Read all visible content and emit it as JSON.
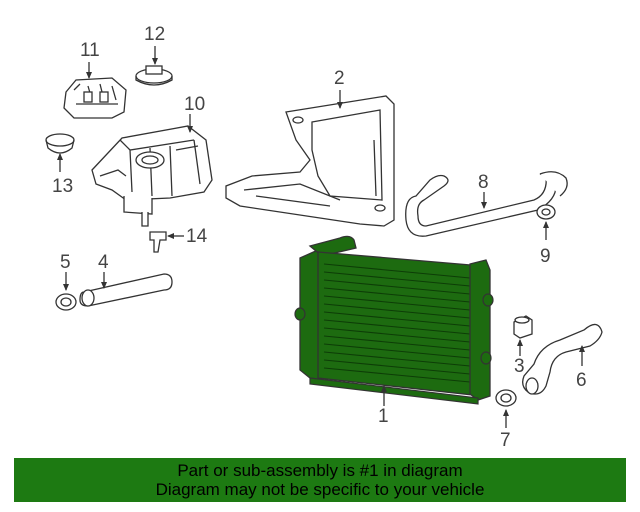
{
  "colors": {
    "highlight": "#1d6b10",
    "banner": "#1d7a12",
    "ink": "#333333"
  },
  "callouts": {
    "c1": "1",
    "c2": "2",
    "c3": "3",
    "c4": "4",
    "c5": "5",
    "c6": "6",
    "c7": "7",
    "c8": "8",
    "c9": "9",
    "c10": "10",
    "c11": "11",
    "c12": "12",
    "c13": "13",
    "c14": "14"
  },
  "footer": {
    "line1": "Part or sub-assembly is #1 in diagram",
    "line2": "Diagram may not be specific to your vehicle"
  }
}
